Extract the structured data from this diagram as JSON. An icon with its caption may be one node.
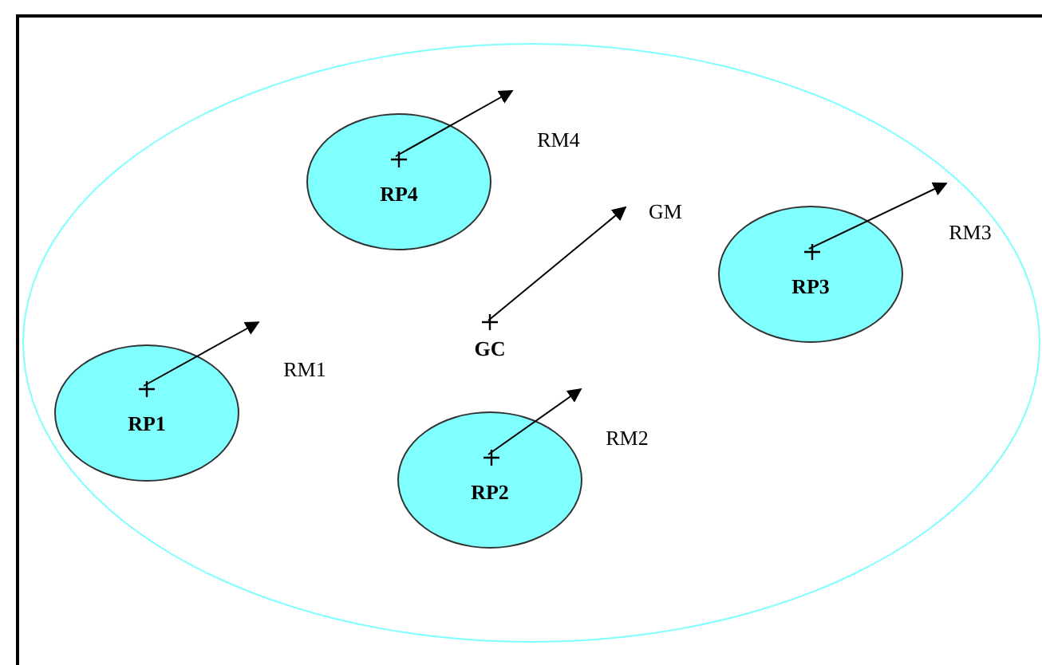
{
  "diagram": {
    "nodes": [
      {
        "text": [],
        "shape": "ellipse"
      },
      {
        "text": [
          "RP4"
        ],
        "in": 0
      },
      {
        "text": [
          "RM4"
        ],
        "in": 0
      },
      {
        "text": [
          "GM"
        ],
        "in": 0
      },
      {
        "text": [
          "RP3"
        ],
        "in": 0
      },
      {
        "text": [
          "RM3"
        ],
        "in": 0
      },
      {
        "text": [
          "GC"
        ],
        "in": 0
      },
      {
        "text": [
          "RM1"
        ],
        "in": 0
      },
      {
        "text": [
          "RP1"
        ],
        "in": 0
      },
      {
        "text": [
          "RM2"
        ],
        "in": 0
      },
      {
        "text": [
          "RP2"
        ],
        "in": 0
      }
    ],
    "edges": [
      {
        "from": 1,
        "to": 2,
        "arrow": "to"
      },
      {
        "from": 4,
        "to": 5,
        "arrow": "to"
      },
      {
        "from": 6,
        "to": 3,
        "arrow": "to"
      },
      {
        "from": 8,
        "to": 7,
        "arrow": "to"
      },
      {
        "from": 10,
        "to": 9,
        "arrow": "to"
      }
    ]
  }
}
